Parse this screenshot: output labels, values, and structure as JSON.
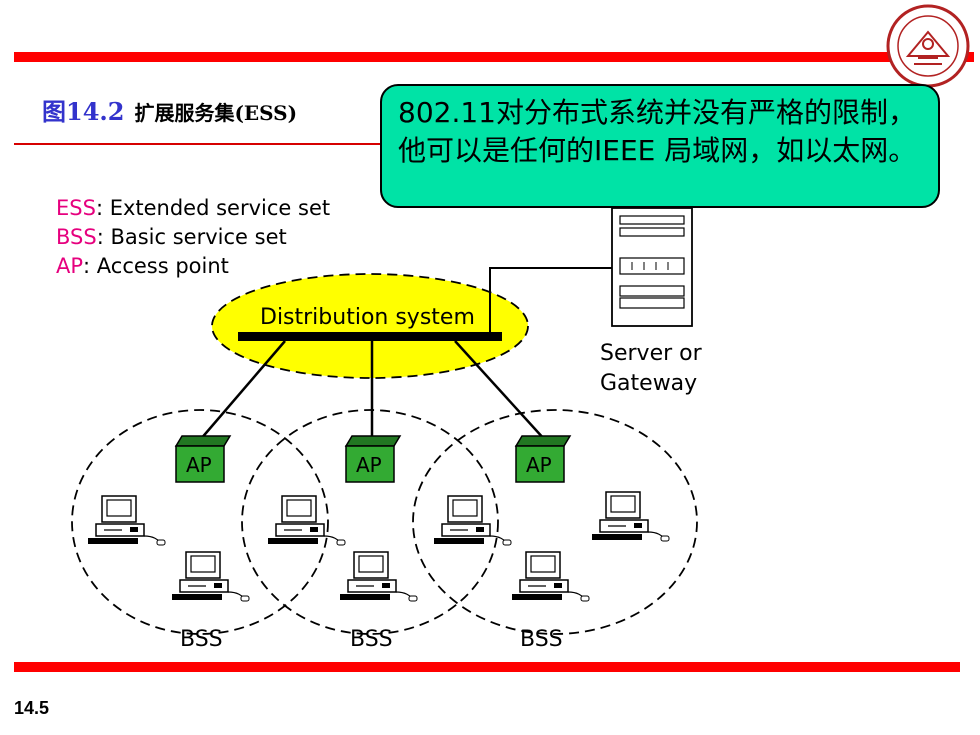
{
  "slide": {
    "figure_number": "图14.2",
    "figure_title": "扩展服务集(ESS)",
    "page_number": "14.5"
  },
  "callout": {
    "text": "802.11对分布式系统并没有严格的限制，他可以是任何的IEEE 局域网，如以太网。"
  },
  "legend": [
    {
      "abbr": "ESS",
      "desc": ": Extended service set"
    },
    {
      "abbr": "BSS",
      "desc": ": Basic service set"
    },
    {
      "abbr": "AP",
      "desc": ": Access point"
    }
  ],
  "diagram": {
    "distribution_label": "Distribution system",
    "server_label_line1": "Server or",
    "server_label_line2": "Gateway",
    "ap_label": "AP",
    "bss_label": "BSS",
    "colors": {
      "distribution_fill": "#ffff00",
      "ap_fill": "#33aa33",
      "accent_red": "#ff0000",
      "callout_fill": "#00e3a6",
      "legend_abbr": "#e6007e",
      "title_blue": "#3333cc"
    }
  }
}
